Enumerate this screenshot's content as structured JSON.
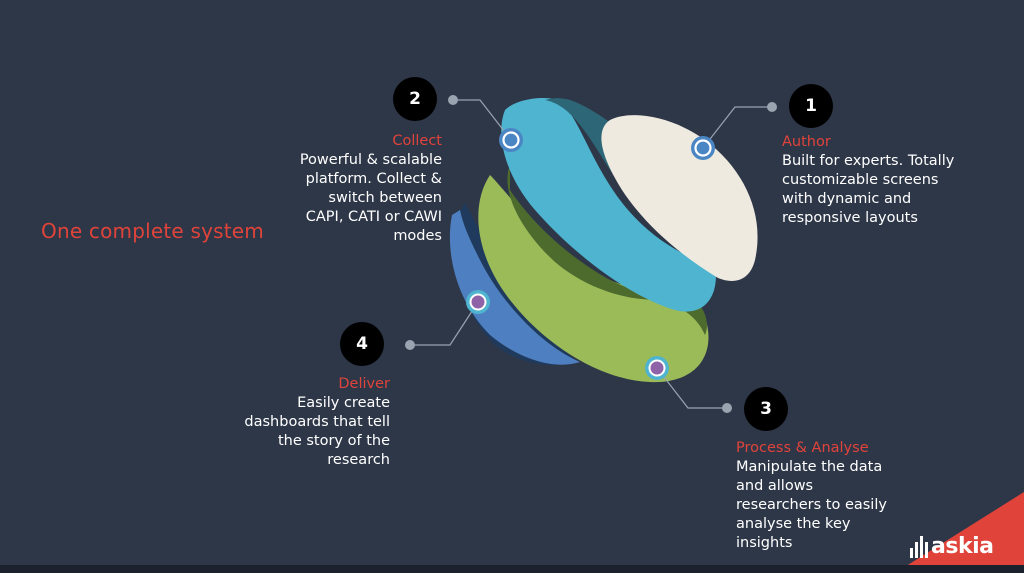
{
  "title": "One complete system",
  "steps": [
    {
      "number": "1",
      "heading": "Author",
      "lines": [
        "Built for experts. Totally",
        "customizable screens",
        "with dynamic and",
        "responsive layouts"
      ]
    },
    {
      "number": "2",
      "heading": "Collect",
      "lines": [
        "Powerful & scalable",
        "platform. Collect &",
        "switch between",
        "CAPI, CATI or CAWI",
        "modes"
      ]
    },
    {
      "number": "3",
      "heading": "Process & Analyse",
      "lines": [
        "Manipulate the data",
        "and allows",
        "researchers to easily",
        "analyse the key",
        "insights"
      ]
    },
    {
      "number": "4",
      "heading": "Deliver",
      "lines": [
        "Easily create",
        "dashboards that tell",
        "the story of the",
        "research"
      ]
    }
  ],
  "logo": {
    "text": "askia",
    "icon": "bars-icon"
  },
  "colors": {
    "background": "#2e3748",
    "accent_red": "#e0433a",
    "cream": "#eeeae0",
    "teal": "#4eb4cf",
    "dark_teal": "#2d6676",
    "green": "#9bbb59",
    "dark_green": "#4e6b2e",
    "blue": "#4e7fc0",
    "navy": "#1f3a5c"
  }
}
